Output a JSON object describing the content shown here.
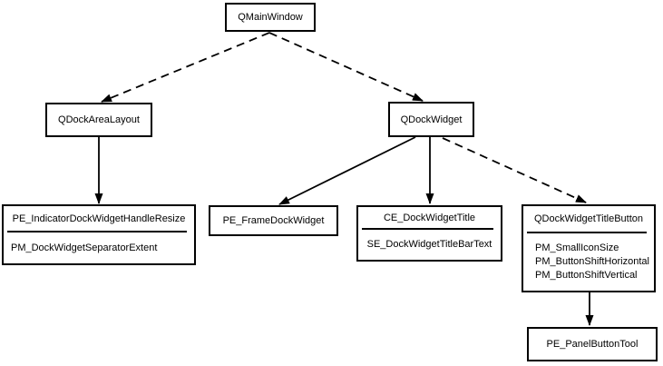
{
  "colors": {
    "background": "#ffffff",
    "box_border": "#000000",
    "box_fill": "#ffffff",
    "edge_line": "#000000",
    "text": "#000000"
  },
  "nodes": {
    "qmainwindow": {
      "title": "QMainWindow"
    },
    "qdockarealayout": {
      "title": "QDockAreaLayout"
    },
    "qdockwidget": {
      "title": "QDockWidget"
    },
    "dock_handle": {
      "title": "PE_IndicatorDockWidgetHandleResize",
      "items": [
        "PM_DockWidgetSeparatorExtent"
      ]
    },
    "frame_dock_widget": {
      "title": "PE_FrameDockWidget"
    },
    "dock_widget_title": {
      "title": "CE_DockWidgetTitle",
      "items": [
        "SE_DockWidgetTitleBarText"
      ]
    },
    "title_button": {
      "title": "QDockWidgetTitleButton",
      "items": [
        "PM_SmallIconSize",
        "PM_ButtonShiftHorizontal",
        "PM_ButtonShiftVertical"
      ]
    },
    "panel_button_tool": {
      "title": "PE_PanelButtonTool"
    }
  },
  "edges": [
    {
      "from": "QMainWindow",
      "to": "QDockAreaLayout",
      "style": "dashed"
    },
    {
      "from": "QMainWindow",
      "to": "QDockWidget",
      "style": "dashed"
    },
    {
      "from": "QDockAreaLayout",
      "to": "PE_IndicatorDockWidgetHandleResize",
      "style": "solid"
    },
    {
      "from": "QDockWidget",
      "to": "PE_FrameDockWidget",
      "style": "solid"
    },
    {
      "from": "QDockWidget",
      "to": "CE_DockWidgetTitle",
      "style": "solid"
    },
    {
      "from": "QDockWidget",
      "to": "QDockWidgetTitleButton",
      "style": "dashed"
    },
    {
      "from": "QDockWidgetTitleButton",
      "to": "PE_PanelButtonTool",
      "style": "solid"
    }
  ]
}
